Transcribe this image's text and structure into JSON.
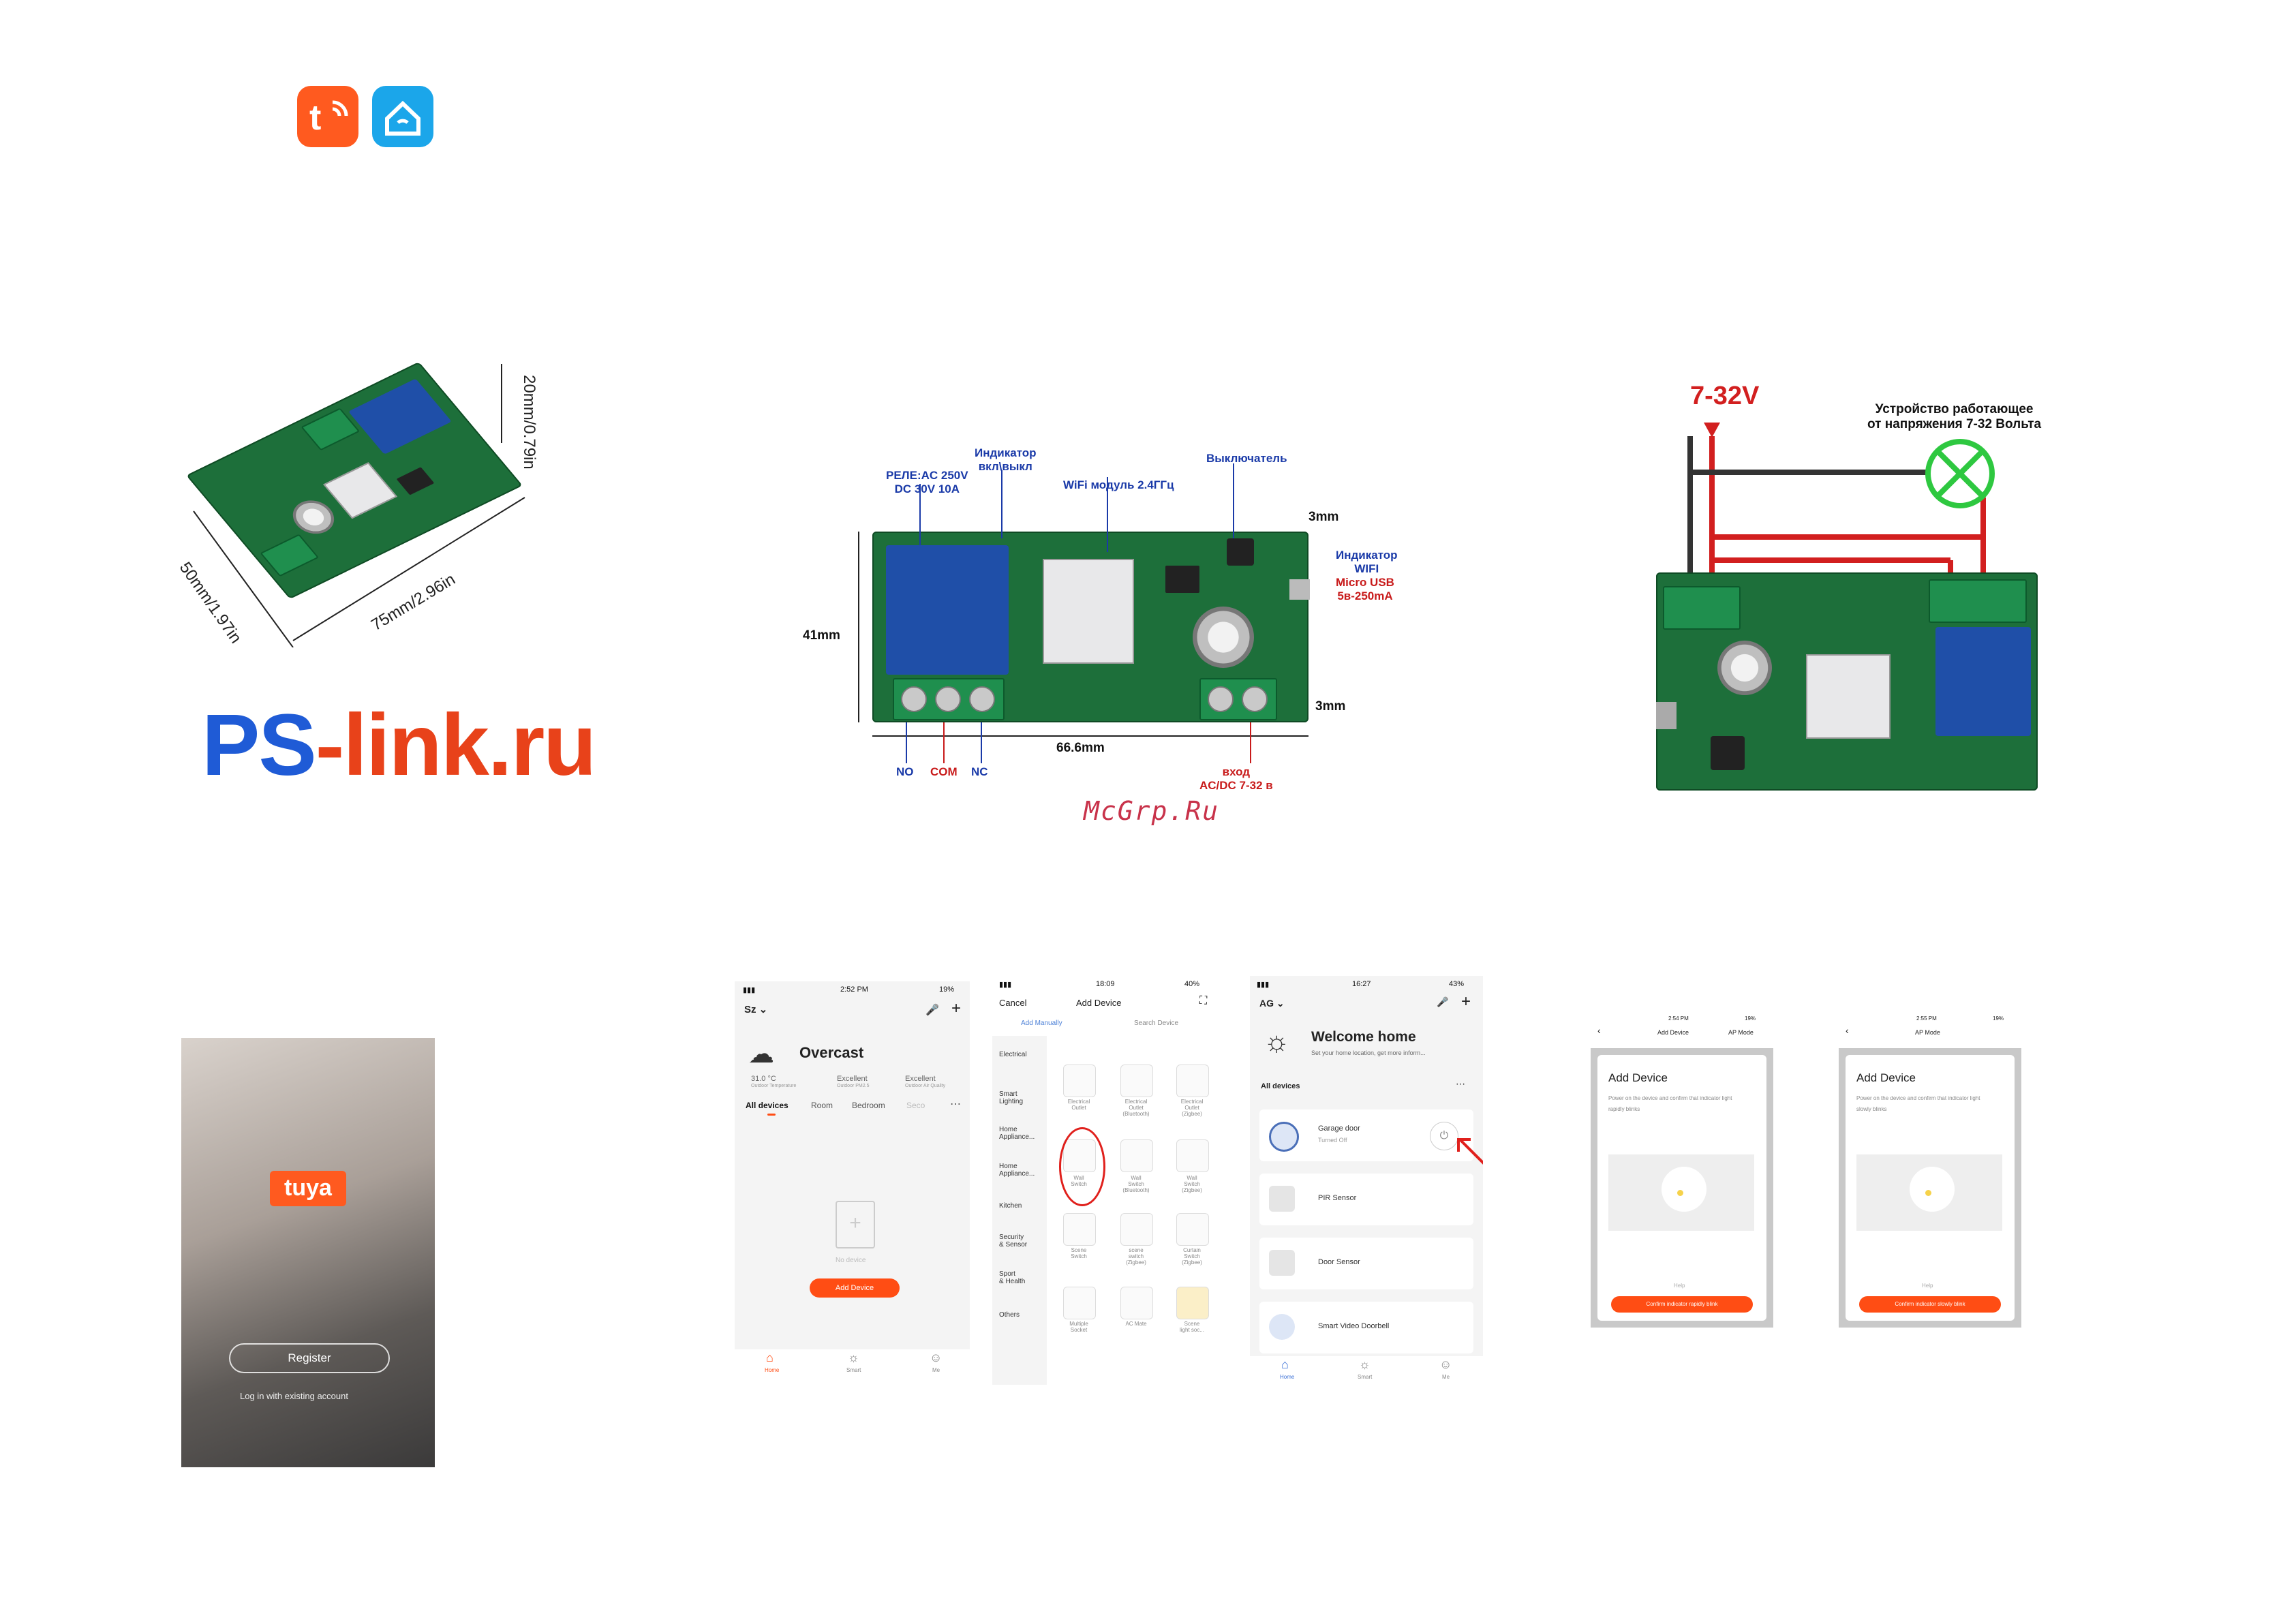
{
  "watermark": "McGrp.Ru",
  "logos": {
    "tuya_icon": "tuya-app-icon",
    "smartlife_icon": "smart-life-app-icon",
    "brand_prefix": "PS",
    "brand_suffix": "-link.ru",
    "brand_color_prefix": "#1f5bd6",
    "brand_color_suffix": "#e8421a"
  },
  "dimensions_photo": {
    "height": "20mm/0.79in",
    "width": "50mm/1.97in",
    "length": "75mm/2.96in"
  },
  "diagram": {
    "relay": "РЕЛЕ:AC 250V\nDC 30V 10A",
    "indicator": "Индикатор\nвкл\\выкл",
    "wifi_module": "WiFi модуль 2.4ГГц",
    "switch": "Выключатель",
    "top_margin": "3mm",
    "wifi_indicator": "Индикатор\nWIFI",
    "micro_usb": "Micro USB\n5в-250mA",
    "height": "41mm",
    "bottom_margin": "3mm",
    "width": "66.6mm",
    "no": "NO",
    "com": "COM",
    "nc": "NC",
    "input": "вход\nAC/DC 7-32 в"
  },
  "wiring": {
    "voltage": "7-32V",
    "device_note": "Устройство работающее\nот напряжения 7-32 Вольта"
  },
  "tuya_screen": {
    "logo": "tuya",
    "register": "Register",
    "login": "Log in with existing account"
  },
  "home_screen": {
    "time": "2:52 PM",
    "battery": "19%",
    "home": "Sz",
    "weather": "Overcast",
    "temp": "31.0 °C",
    "temp_lbl": "Outdoor Temperature",
    "pm": "Excellent",
    "pm_lbl": "Outdoor PM2.5",
    "air": "Excellent",
    "air_lbl": "Outdoor Air Quality",
    "tabs": [
      "All devices",
      "Room",
      "Bedroom",
      "Seco"
    ],
    "no_device": "No device",
    "add_device": "Add Device",
    "nav": [
      "Home",
      "Smart",
      "Me"
    ]
  },
  "add_screen": {
    "time": "18:09",
    "battery": "40%",
    "cancel": "Cancel",
    "title": "Add Device",
    "tab_manual": "Add Manually",
    "tab_search": "Search Device",
    "categories": [
      "Electrical",
      "Smart\nLighting",
      "Home\nAppliance...",
      "Home\nAppliance...",
      "Kitchen",
      "Security\n& Sensor",
      "Sport\n& Health",
      "Others"
    ],
    "items": [
      "Electrical\nOutlet",
      "Electrical\nOutlet\n(Bluetooth)",
      "Electrical\nOutlet\n(Zigbee)",
      "Wall\nSwitch",
      "Wall\nSwitch\n(Bluetooth)",
      "Wall\nSwitch\n(Zigbee)",
      "Scene\nSwitch",
      "scene\nswitch\n(Zigbee)",
      "Curtain\nSwitch\n(Zigbee)",
      "Multiple\nSocket",
      "AC Mate",
      "Scene\nlight soc..."
    ]
  },
  "welcome_screen": {
    "time": "16:27",
    "battery": "43%",
    "home": "AG",
    "title": "Welcome home",
    "subtitle": "Set your home location, get more inform...",
    "all_devices": "All devices",
    "devices": [
      {
        "name": "Garage door",
        "status": "Turned Off"
      },
      {
        "name": "PIR Sensor",
        "status": ""
      },
      {
        "name": "Door Sensor",
        "status": ""
      },
      {
        "name": "Smart Video Doorbell",
        "status": ""
      }
    ],
    "nav": [
      "Home",
      "Smart",
      "Me"
    ]
  },
  "pair1": {
    "time": "2:54 PM",
    "battery": "19%",
    "title": "Add Device",
    "mode": "AP Mode",
    "heading": "Add Device",
    "text": "Power on the device and confirm that indicator light rapidly blinks",
    "help": "Help",
    "button": "Confirm indicator rapidly blink"
  },
  "pair2": {
    "time": "2:55 PM",
    "battery": "19%",
    "title": "AP Mode",
    "heading": "Add Device",
    "text": "Power on the device and confirm that indicator light slowly blinks",
    "help": "Help",
    "button": "Confirm indicator slowly blink"
  }
}
